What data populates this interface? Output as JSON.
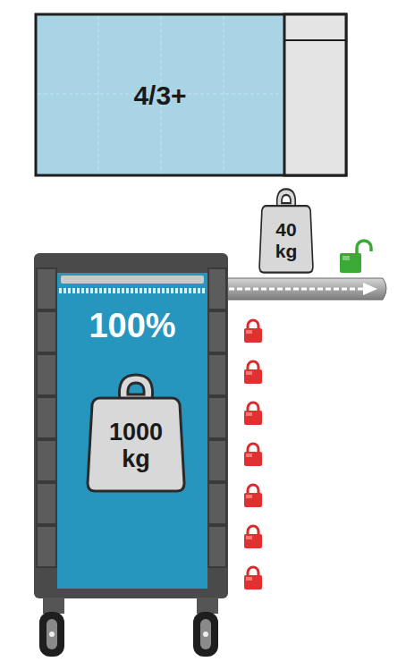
{
  "diagram": {
    "nodes": [
      {
        "text": [
          "4/3+"
        ]
      },
      {
        "text": [
          "100%"
        ]
      },
      {
        "text": [
          "1000 kg"
        ],
        "in": 1
      },
      {
        "text": [
          "40 kg"
        ]
      }
    ]
  }
}
